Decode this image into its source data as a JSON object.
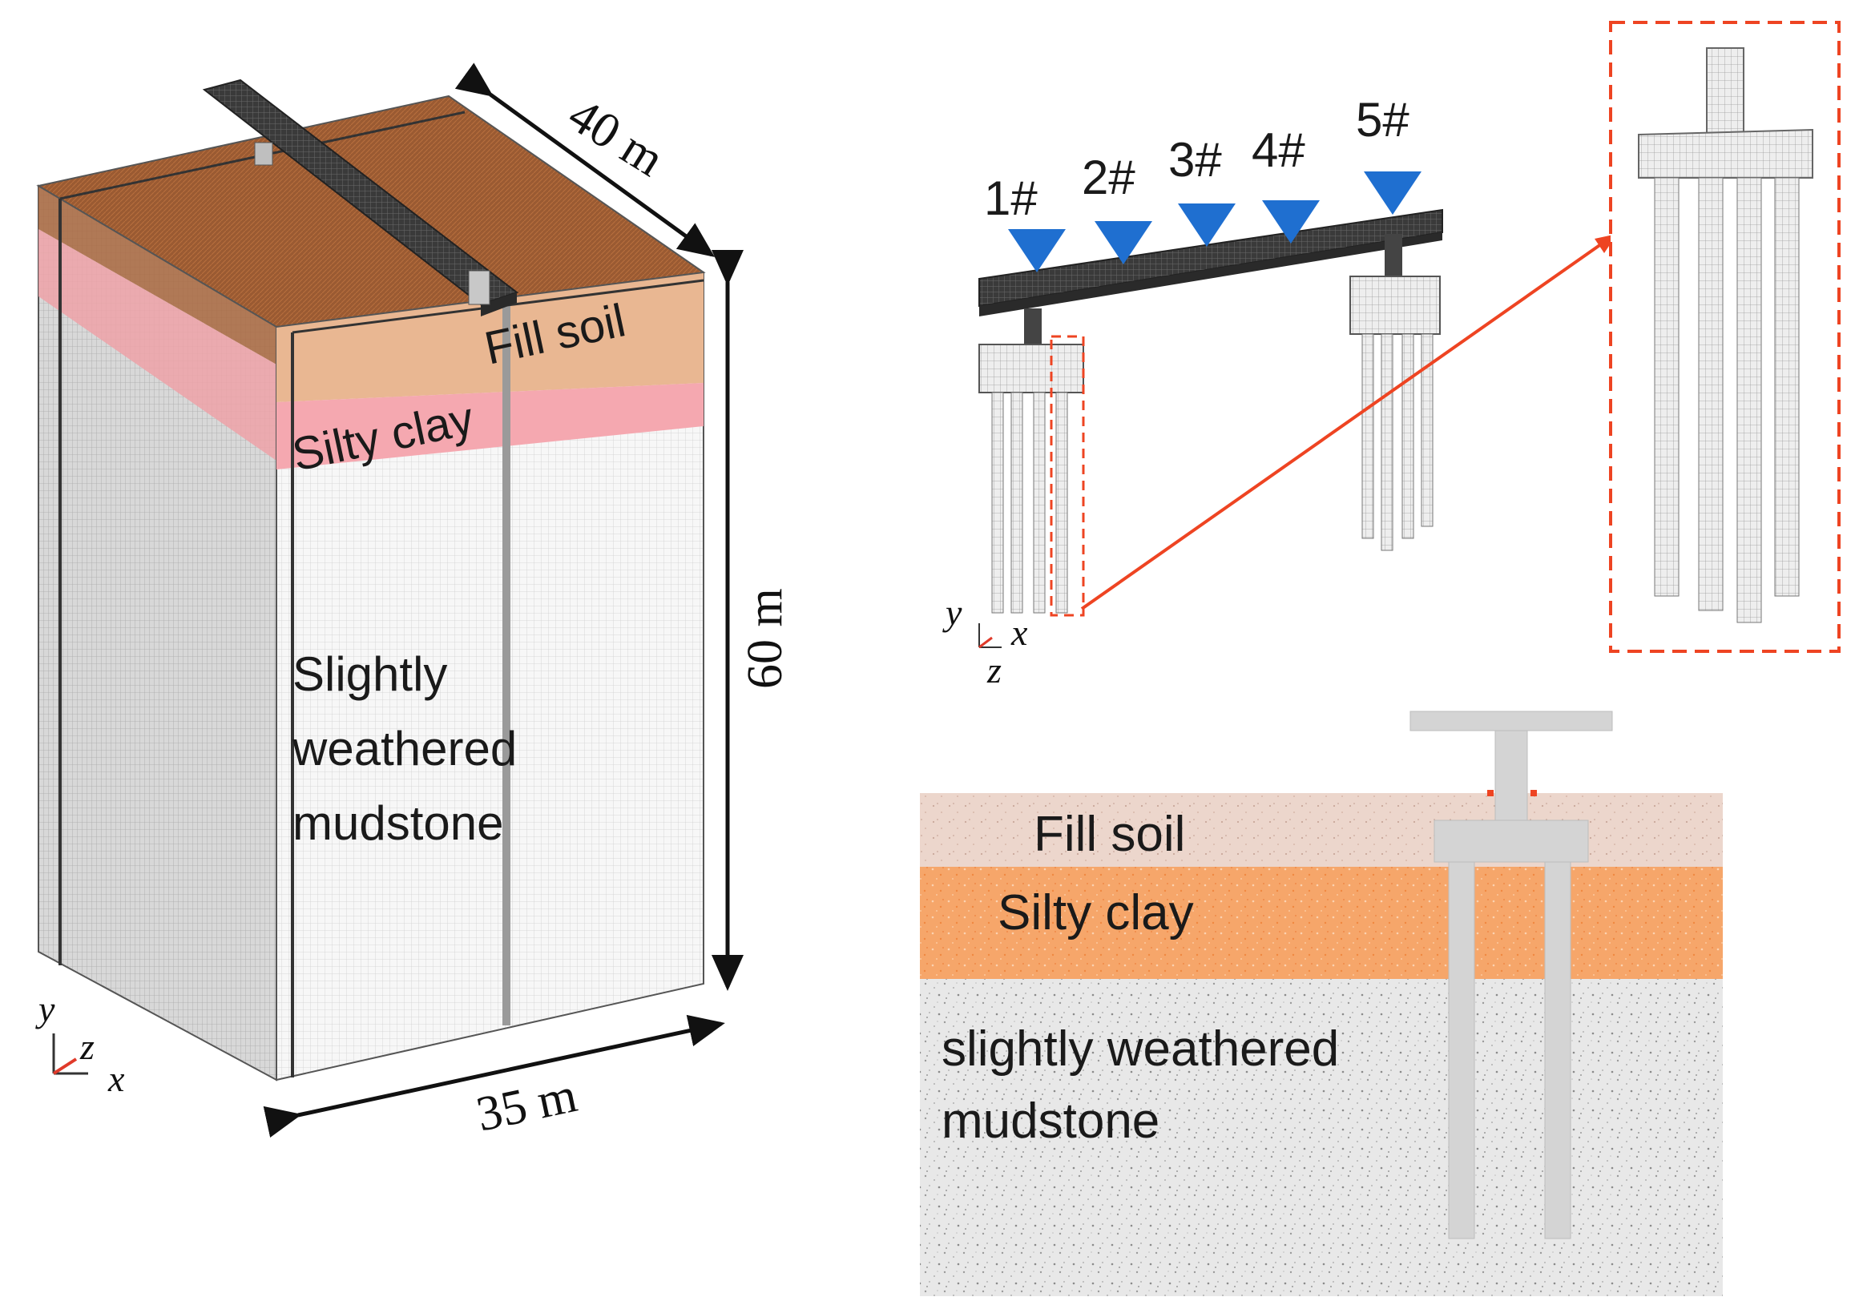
{
  "block_model": {
    "layers": [
      {
        "name": "Fill soil",
        "color": "#9a5a32"
      },
      {
        "name": "Silty clay",
        "color": "#f2a8ad"
      },
      {
        "name": "Slightly\nweathered\nmudstone",
        "color": "#f4f4f4"
      }
    ],
    "label_fill": "Fill soil",
    "label_clay": "Silty clay",
    "label_rock_lines": [
      "Slightly",
      "weathered",
      "mudstone"
    ],
    "dimensions": {
      "depth": "40 m",
      "height": "60 m",
      "width": "35 m"
    },
    "axes": {
      "y": "y",
      "z": "z",
      "x": "x"
    }
  },
  "bridge_model": {
    "markers": [
      "1#",
      "2#",
      "3#",
      "4#",
      "5#"
    ],
    "marker_color": "#1f6fd0",
    "axes": {
      "y": "y",
      "x": "x",
      "z": "z"
    }
  },
  "cross_section": {
    "label_fill": "Fill soil",
    "label_clay": "Silty clay",
    "label_rock_lines": [
      "slightly weathered",
      "mudstone"
    ],
    "colors": {
      "fill": "#ecd6cc",
      "clay": "#f6a66a",
      "rock": "#e6e6e6"
    }
  },
  "accent_color": "#ee4422"
}
